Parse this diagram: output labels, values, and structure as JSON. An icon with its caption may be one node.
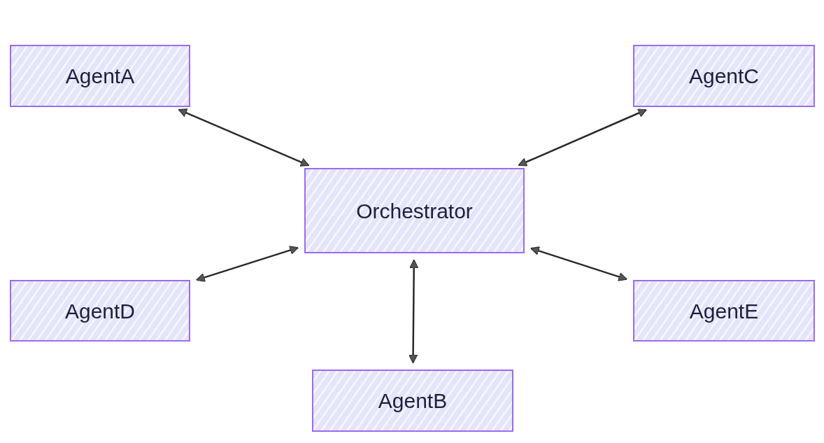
{
  "diagram": {
    "nodes": [
      {
        "text": [
          "AgentA"
        ]
      },
      {
        "text": [
          "AgentC"
        ]
      },
      {
        "text": [
          "Orchestrator"
        ]
      },
      {
        "text": [
          "AgentD"
        ]
      },
      {
        "text": [
          "AgentE"
        ]
      },
      {
        "text": [
          "AgentB"
        ]
      }
    ],
    "edges": [
      {
        "from": 0,
        "to": 2,
        "arrow": "both"
      },
      {
        "from": 1,
        "to": 2,
        "arrow": "both"
      },
      {
        "from": 3,
        "to": 2,
        "arrow": "both"
      },
      {
        "from": 4,
        "to": 2,
        "arrow": "both"
      },
      {
        "from": 5,
        "to": 2,
        "arrow": "both"
      }
    ]
  }
}
